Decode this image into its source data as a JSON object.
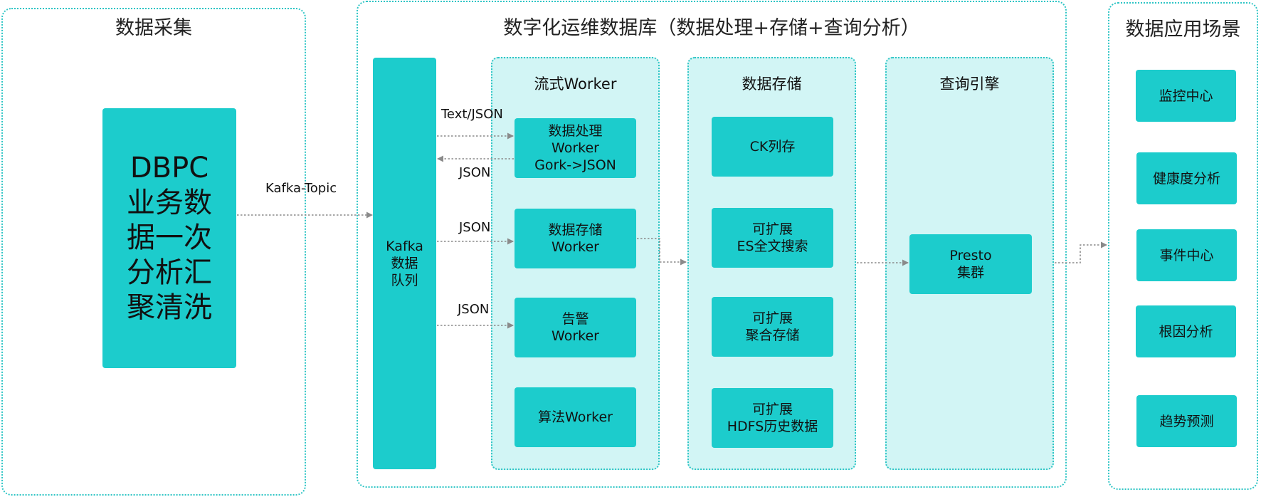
{
  "sections": {
    "collection": {
      "title": "数据采集"
    },
    "database": {
      "title": "数字化运维数据库（数据处理+存储+查询分析）"
    },
    "apps": {
      "title": "数据应用场景"
    }
  },
  "source_box": {
    "label": "DBPC\n业务数\n据一次\n分析汇\n聚清洗"
  },
  "queue_box": {
    "label": "Kafka\n数据\n队列"
  },
  "worker_group": {
    "title": "流式Worker",
    "items": [
      {
        "label": "数据处理\nWorker\nGork->JSON"
      },
      {
        "label": "数据存储\nWorker"
      },
      {
        "label": "告警\nWorker"
      },
      {
        "label": "算法Worker"
      }
    ]
  },
  "storage_group": {
    "title": "数据存储",
    "items": [
      {
        "label": "CK列存"
      },
      {
        "label": "可扩展\nES全文搜索"
      },
      {
        "label": "可扩展\n聚合存储"
      },
      {
        "label": "可扩展\nHDFS历史数据"
      }
    ]
  },
  "query_group": {
    "title": "查询引擎",
    "items": [
      {
        "label": "Presto\n集群"
      }
    ]
  },
  "app_items": [
    {
      "label": "监控中心"
    },
    {
      "label": "健康度分析"
    },
    {
      "label": "事件中心"
    },
    {
      "label": "根因分析"
    },
    {
      "label": "趋势预测"
    }
  ],
  "edge_labels": {
    "kafka_topic": "Kafka-Topic",
    "text_json": "Text/JSON",
    "json_back": "JSON",
    "json_storage": "JSON",
    "json_alert": "JSON"
  },
  "colors": {
    "node_fill": "#1ccccc",
    "group_fill": "#d2f5f5",
    "border": "#2ec5c5",
    "arrow": "#8a8a8a"
  }
}
